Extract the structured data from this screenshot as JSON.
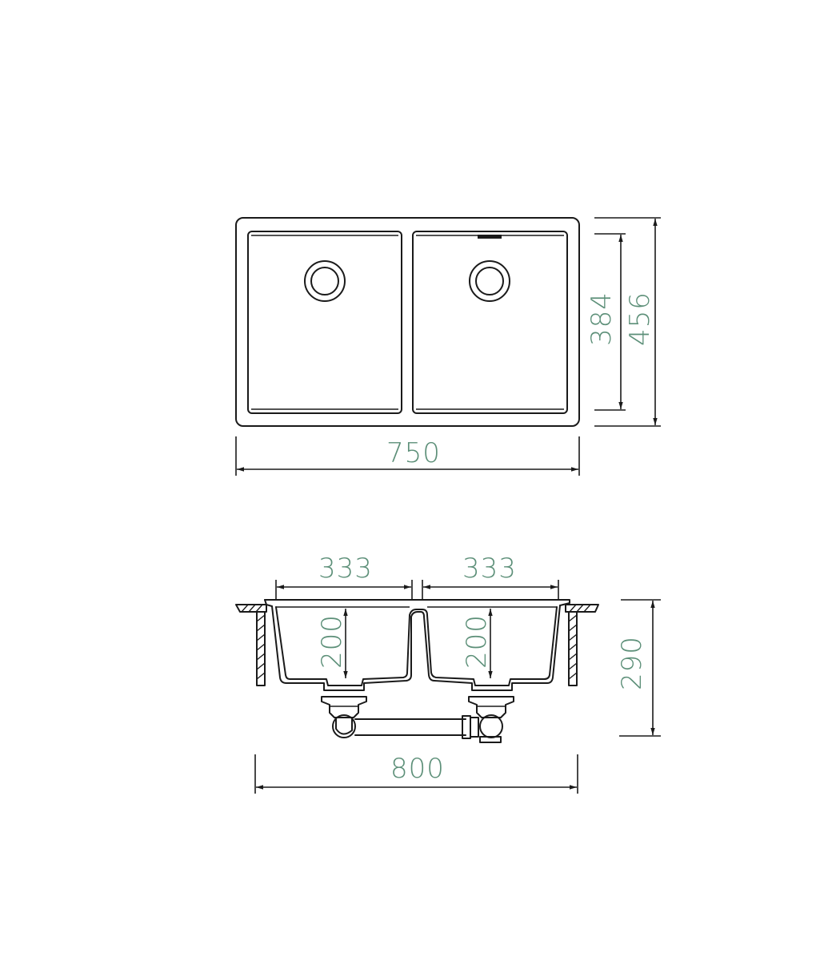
{
  "colors": {
    "line": "#1a1a1a",
    "dimension_text": "#5c8f78",
    "background": "#ffffff"
  },
  "top_view": {
    "dimensions": {
      "overall_width": "750",
      "overall_depth": "456",
      "bowl_depth": "384"
    }
  },
  "section_view": {
    "dimensions": {
      "left_bowl_width": "333",
      "right_bowl_width": "333",
      "left_bowl_depth": "200",
      "right_bowl_depth": "200",
      "overall_height": "290",
      "cutout_width": "800"
    }
  }
}
